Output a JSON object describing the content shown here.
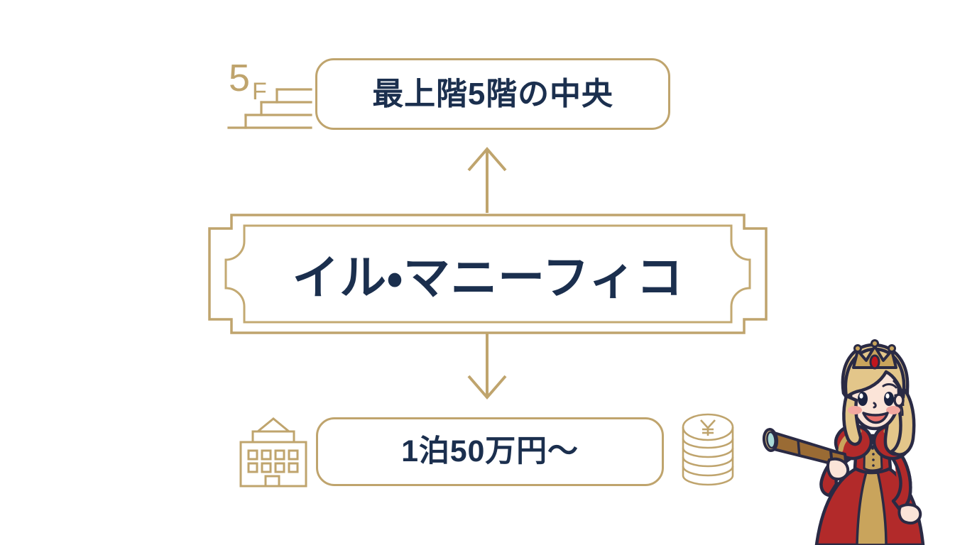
{
  "meta": {
    "colors": {
      "gold": "#bfa46d",
      "gold_light": "#c9b07c",
      "navy": "#1b2f4e",
      "background": "#ffffff",
      "dress_red": "#b22a2a",
      "dress_red_dark": "#8d1f1f",
      "dress_gold": "#c9a45c",
      "hair_blonde": "#e3c68a",
      "hair_blonde_dark": "#d4b273",
      "skin": "#fbe4d8",
      "outline": "#2a2a44",
      "telescope_brass": "#9a6b34",
      "telescope_brass_dark": "#6f4a22",
      "lens_teal": "#a9d9d6",
      "gem_red": "#c0161d",
      "blush": "#f3a8a0"
    }
  },
  "floor_icon": {
    "name": "floor-stairs-icon",
    "number": "5",
    "suffix": "F",
    "steps": 3
  },
  "top_box": {
    "name": "top-callout",
    "text": "最上階5階の中央"
  },
  "center_badge": {
    "name": "hotel-name-badge",
    "title": "イル・マニーフィコ"
  },
  "bottom_box": {
    "name": "bottom-callout",
    "text": "1泊50万円～"
  },
  "building_icon": {
    "name": "hotel-building-icon",
    "windows_rows": 2,
    "windows_per_row": 4
  },
  "coins_icon": {
    "name": "yen-coins-stack-icon",
    "symbol": "¥",
    "coins": 6
  },
  "arrows": {
    "up": {
      "name": "arrow-up",
      "direction": "up"
    },
    "down": {
      "name": "arrow-down",
      "direction": "down"
    }
  },
  "character": {
    "name": "princess-with-telescope-illustration",
    "description": "princess-character",
    "accessories": [
      "crown",
      "telescope"
    ]
  }
}
